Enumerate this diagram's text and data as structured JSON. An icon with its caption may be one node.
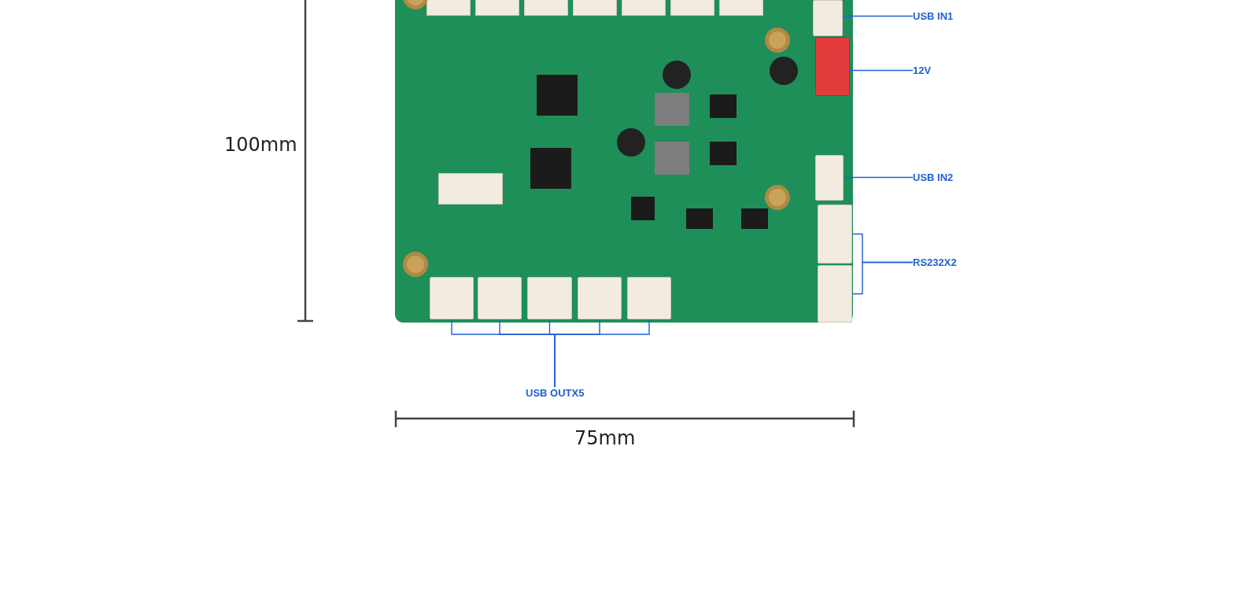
{
  "diagram": {
    "nodes": [
      {
        "text": [],
        "shape": "picture"
      },
      {
        "text": [
          "USB IN1"
        ]
      },
      {
        "text": [],
        "shape": "box",
        "in": 0
      },
      {
        "text": [
          "12V"
        ]
      },
      {
        "text": [],
        "shape": "box",
        "in": 0
      },
      {
        "text": [
          "USB IN2"
        ]
      },
      {
        "text": [],
        "shape": "box",
        "in": 0
      },
      {
        "text": [
          "RS232X2"
        ]
      },
      {
        "text": [],
        "shape": "box",
        "in": 0
      },
      {
        "text": [],
        "shape": "box",
        "in": 0
      },
      {
        "text": [
          "USB OUTX5"
        ]
      },
      {
        "text": [],
        "shape": "box",
        "in": 0
      },
      {
        "text": [],
        "shape": "box",
        "in": 0
      },
      {
        "text": [],
        "shape": "box",
        "in": 0
      },
      {
        "text": [],
        "shape": "box",
        "in": 0
      },
      {
        "text": [],
        "shape": "box",
        "in": 0
      }
    ],
    "edges": [
      {
        "from": 1,
        "to": 2,
        "arrow": "none"
      },
      {
        "from": 3,
        "to": 4,
        "arrow": "none"
      },
      {
        "from": 5,
        "to": 6,
        "arrow": "none"
      },
      {
        "from": 7,
        "to": 8,
        "arrow": "none"
      },
      {
        "from": 7,
        "to": 9,
        "arrow": "none"
      },
      {
        "from": 10,
        "to": 11,
        "arrow": "none"
      },
      {
        "from": 10,
        "to": 12,
        "arrow": "none"
      },
      {
        "from": 10,
        "to": 13,
        "arrow": "none"
      },
      {
        "from": 10,
        "to": 14,
        "arrow": "none"
      },
      {
        "from": 10,
        "to": 15,
        "arrow": "none"
      }
    ],
    "labels": [
      "100mm",
      "75mm"
    ]
  }
}
